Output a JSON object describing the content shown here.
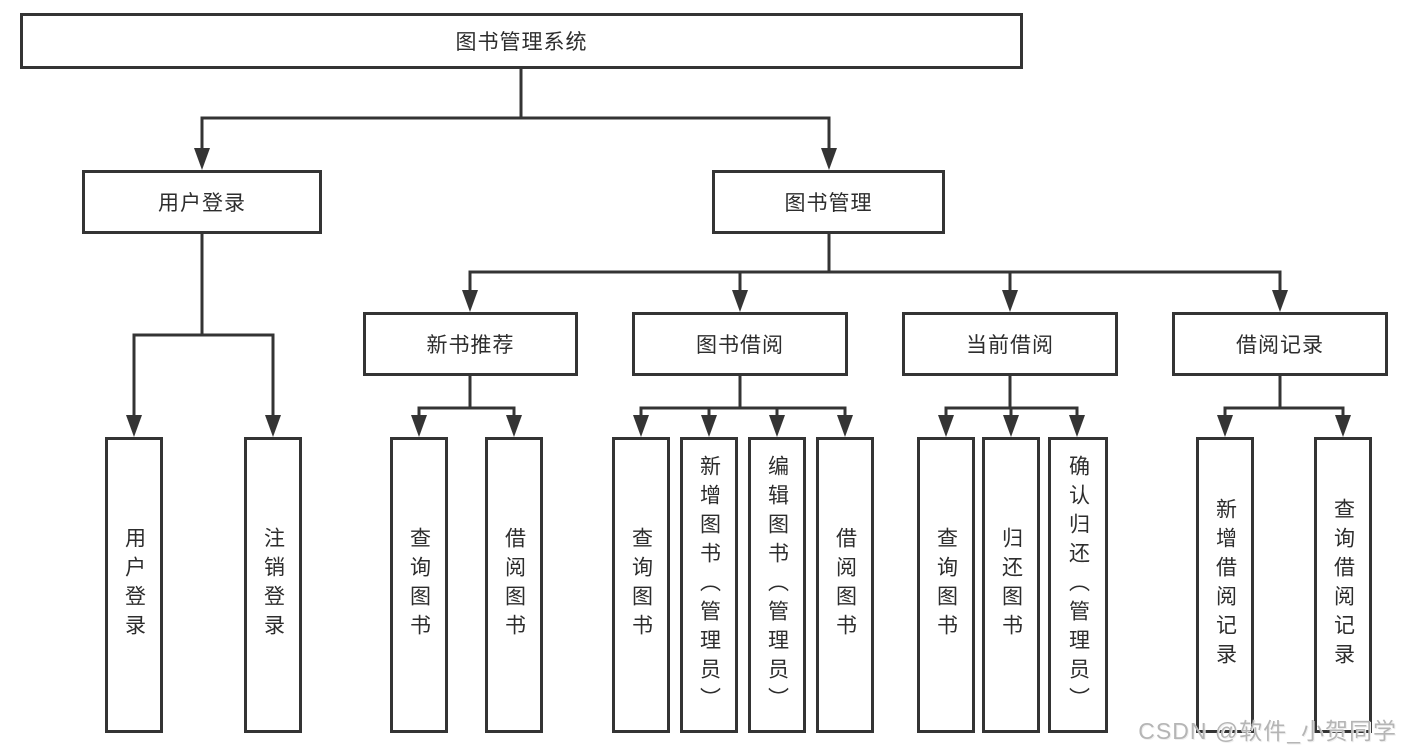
{
  "diagram": {
    "root": {
      "label": "图书管理系统"
    },
    "level2": [
      {
        "label": "用户登录"
      },
      {
        "label": "图书管理"
      }
    ],
    "level3": [
      {
        "label": "新书推荐"
      },
      {
        "label": "图书借阅"
      },
      {
        "label": "当前借阅"
      },
      {
        "label": "借阅记录"
      }
    ],
    "leaves": {
      "user_login": [
        {
          "label": "用户登录"
        },
        {
          "label": "注销登录"
        }
      ],
      "new_books": [
        {
          "label": "查询图书"
        },
        {
          "label": "借阅图书"
        }
      ],
      "book_borrowing": [
        {
          "label": "查询图书"
        },
        {
          "label": "新增图书（管理员）"
        },
        {
          "label": "编辑图书（管理员）"
        },
        {
          "label": "借阅图书"
        }
      ],
      "current_borrowing": [
        {
          "label": "查询图书"
        },
        {
          "label": "归还图书"
        },
        {
          "label": "确认归还（管理员）"
        }
      ],
      "borrowing_records": [
        {
          "label": "新增借阅记录"
        },
        {
          "label": "查询借阅记录"
        }
      ]
    }
  },
  "watermark": {
    "text": "CSDN @软件_小贺同学",
    "color": "#b5b5b5"
  },
  "colors": {
    "line": "#343434",
    "border": "#343434",
    "text": "#2d2d2d",
    "background": "#ffffff"
  }
}
